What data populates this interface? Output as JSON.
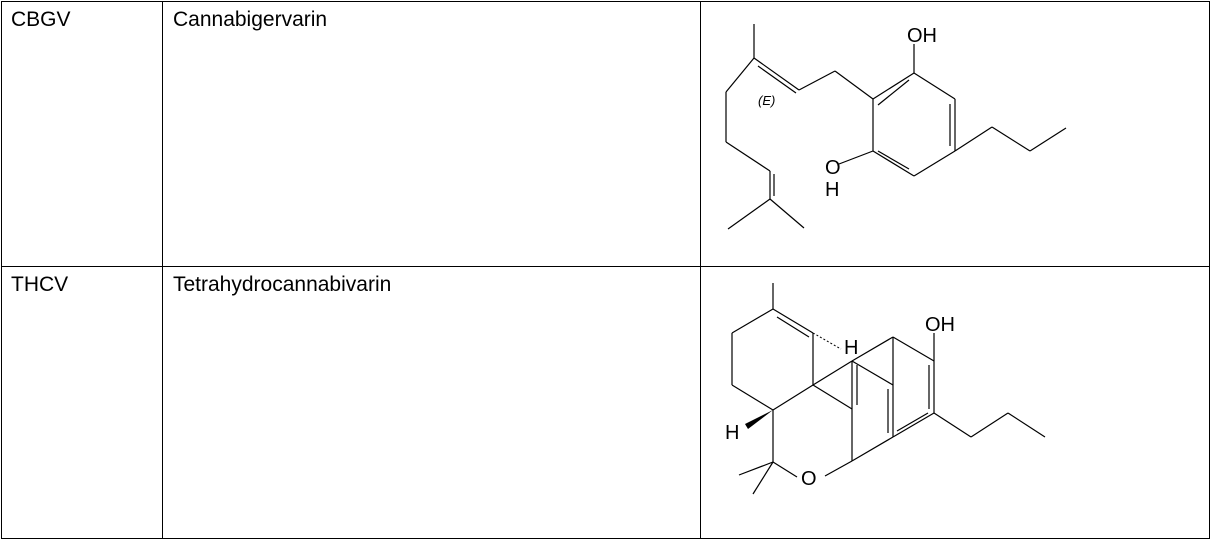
{
  "rows": [
    {
      "abbreviation": "CBGV",
      "name": "Cannabigervarin",
      "structure": {
        "icon": "cbgv-structure-icon",
        "labels": {
          "oh_top": "OH",
          "o_bottom": "O",
          "h_bottom": "H",
          "stereo": "(E)"
        }
      }
    },
    {
      "abbreviation": "THCV",
      "name": "Tetrahydrocannabivarin",
      "structure": {
        "icon": "thcv-structure-icon",
        "labels": {
          "oh": "OH",
          "h_upper": "H",
          "h_lower": "H",
          "o_ring": "O"
        }
      }
    }
  ]
}
